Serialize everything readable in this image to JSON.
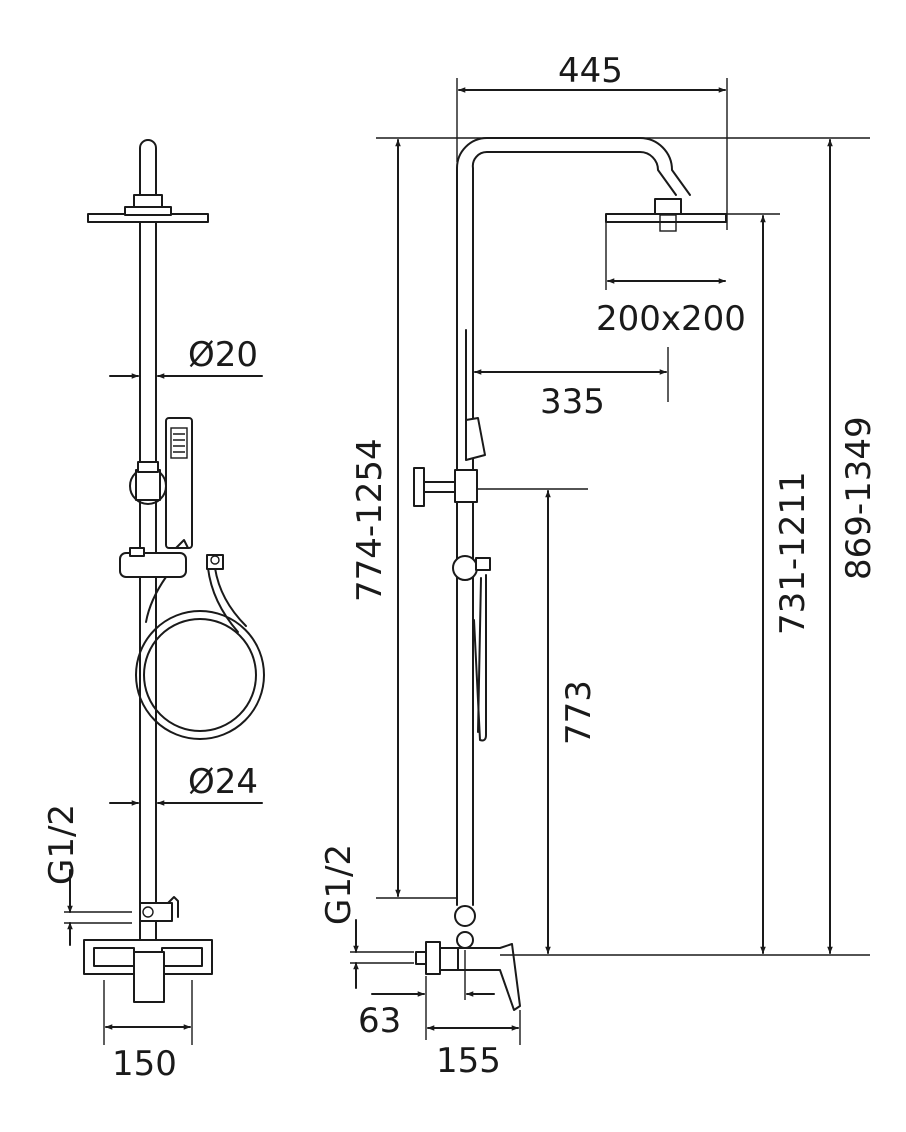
{
  "dimensions": {
    "top_width": "445",
    "head_size": "200x200",
    "arm_reach": "335",
    "overall_height": "869-1349",
    "head_height": "731-1211",
    "rail_height": "774-1254",
    "holder_height": "773",
    "pipe_diameter_top": "Ø20",
    "pipe_diameter_bottom": "Ø24",
    "thread_front": "G1/2",
    "thread_side": "G1/2",
    "outlet_offset": "63",
    "mixer_width": "150",
    "mixer_depth": "155"
  }
}
